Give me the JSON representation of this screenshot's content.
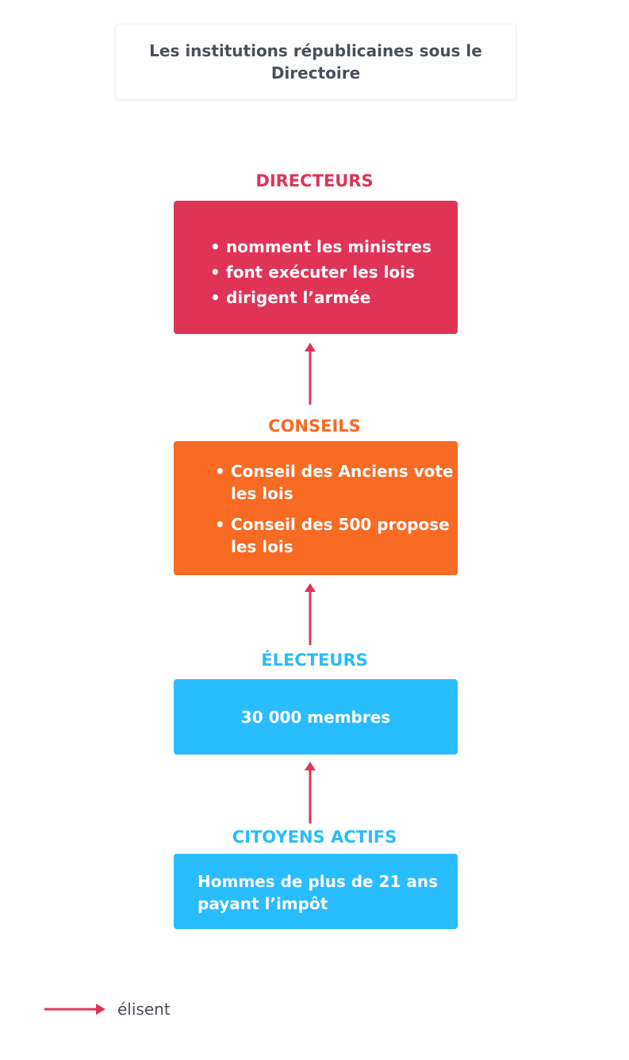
{
  "title": "Les institutions républicaines sous le Directoire",
  "colors": {
    "directeurs": "#e03456",
    "conseils": "#f76b23",
    "electeurs": "#29bcfe",
    "citoyens": "#29bcfe",
    "arrow": "#e03456",
    "title_text": "#4a4f5c"
  },
  "nodes": {
    "directeurs": {
      "label": "DIRECTEURS",
      "items": [
        "nomment les ministres",
        "font exécuter les lois",
        "dirigent l’armée"
      ]
    },
    "conseils": {
      "label": "CONSEILS",
      "items": [
        "Conseil des Anciens vote les lois",
        "Conseil des 500 propose les lois"
      ]
    },
    "electeurs": {
      "label": "ÉLECTEURS",
      "text": "30 000 membres"
    },
    "citoyens": {
      "label": "CITOYENS ACTIFS",
      "text": "Hommes de plus de 21 ans payant l’impôt"
    }
  },
  "legend": {
    "text": "élisent"
  }
}
